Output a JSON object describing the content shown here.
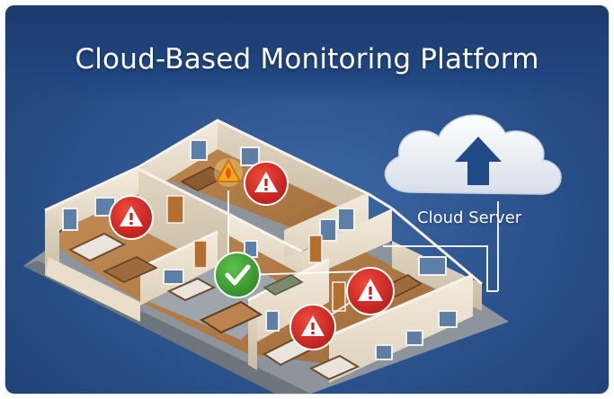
{
  "title": "Cloud-Based Monitoring Platform",
  "cloud": {
    "label": "Cloud Server",
    "icon": "upload-arrow-icon",
    "color": "#eef2f7"
  },
  "rooms": [
    {
      "name": "top-left-bedroom",
      "status": "alert",
      "status_icon": "warning-icon"
    },
    {
      "name": "top-middle-room",
      "status": "fire",
      "status_icon": "fire-icon"
    },
    {
      "name": "top-right-room",
      "status": "alert",
      "status_icon": "warning-icon"
    },
    {
      "name": "center-room",
      "status": "ok",
      "status_icon": "check-icon"
    },
    {
      "name": "bottom-right-room",
      "status": "alert",
      "status_icon": "warning-icon"
    },
    {
      "name": "bottom-center-room",
      "status": "alert",
      "status_icon": "warning-icon"
    }
  ],
  "colors": {
    "background": "#2d5590",
    "alert": "#d62828",
    "ok": "#3fa535",
    "fire": "#f2a516",
    "wall": "#efe6d6",
    "floor": "#b7814a"
  }
}
